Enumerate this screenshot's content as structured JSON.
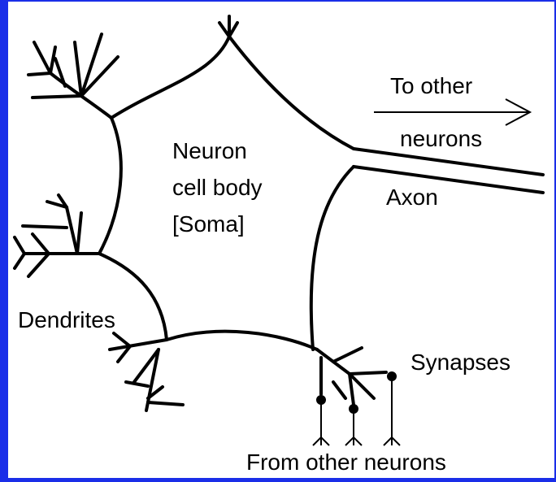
{
  "diagram": {
    "labels": {
      "to_other": "To other",
      "neurons": "neurons",
      "cell_body_1": "Neuron",
      "cell_body_2": "cell body",
      "cell_body_3": "[Soma]",
      "axon": "Axon",
      "dendrites": "Dendrites",
      "synapses": "Synapses",
      "from_other": "From other neurons"
    },
    "colors": {
      "frame": "#1a2ee8",
      "panel": "#ffffff",
      "ink": "#000000"
    }
  }
}
